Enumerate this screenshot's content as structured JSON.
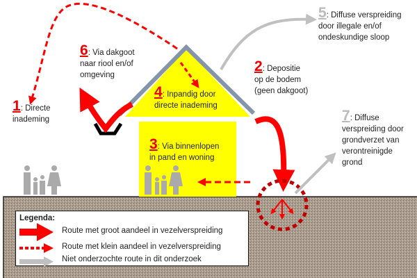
{
  "routes": [
    {
      "number": "1",
      "line1": "Directe",
      "rest": [
        "inademing"
      ],
      "type": "small"
    },
    {
      "number": "2",
      "line1": "Depositie",
      "rest": [
        "op de bodem",
        "(geen dakgoot)"
      ],
      "type": "large"
    },
    {
      "number": "3",
      "line1": "Via binnenlopen",
      "rest": [
        "in pand en woning"
      ],
      "type": "small"
    },
    {
      "number": "4",
      "line1": "Inpandig door",
      "rest": [
        "directe inademing"
      ],
      "type": "small"
    },
    {
      "number": "5",
      "line1": "Diffuse verspreiding",
      "rest": [
        "door illegale en/of",
        "ondeskundige sloop"
      ],
      "type": "not-studied"
    },
    {
      "number": "6",
      "line1": "Via dakgoot",
      "rest": [
        "naar riool en/of",
        "omgeving"
      ],
      "type": "large"
    },
    {
      "number": "7",
      "line1": "Diffuse",
      "rest": [
        "verspreiding door",
        "grondverzet van",
        "verontreinigde",
        "grond"
      ],
      "type": "not-studied"
    }
  ],
  "legend": {
    "title": "Legenda:",
    "items": [
      "Route met groot aandeel in vezelverspreiding",
      "Route met klein aandeel in vezelverspreiding",
      "Niet onderzochte route in dit onderzoek"
    ]
  },
  "colors": {
    "red": "#ff0000",
    "darkred": "#c00000",
    "grey": "#c0c0c0",
    "house": "#ffff00",
    "roof": "#8494aa",
    "ground": "#a89b8c"
  }
}
